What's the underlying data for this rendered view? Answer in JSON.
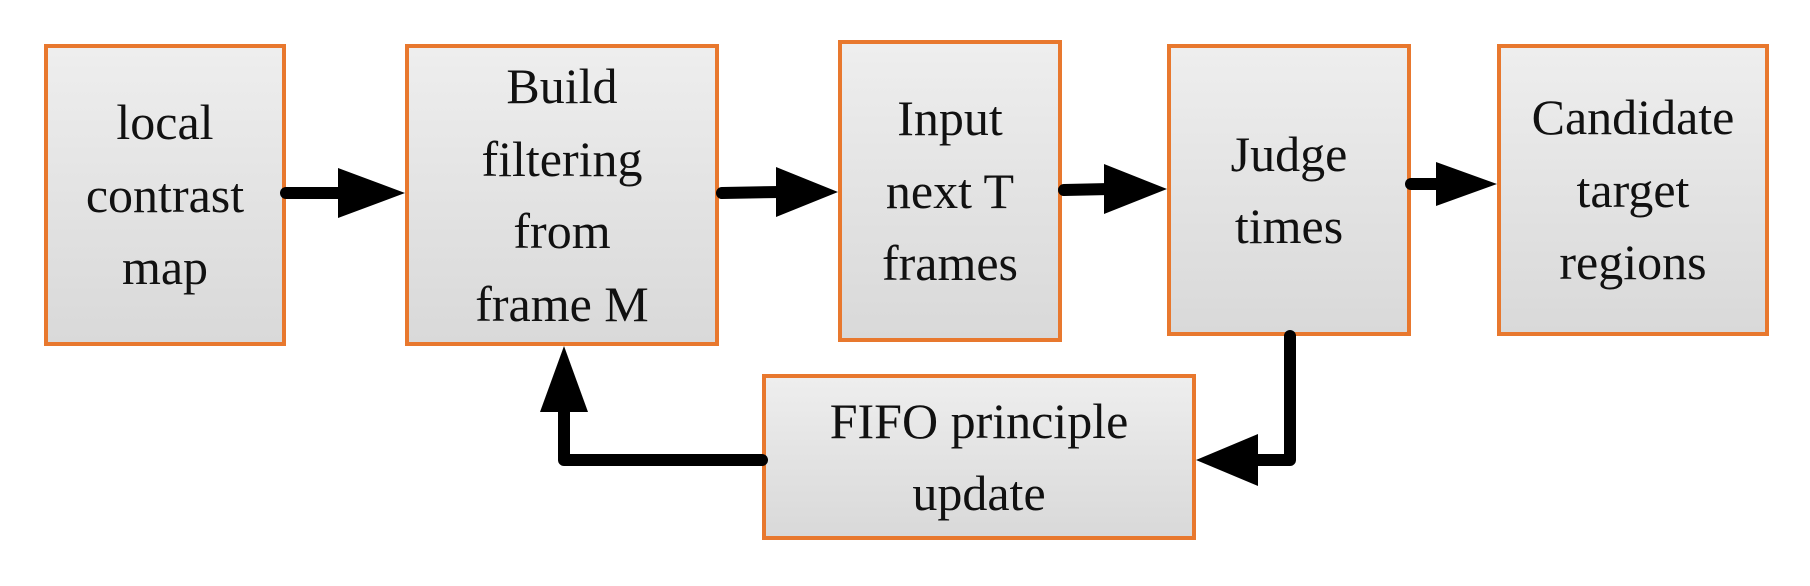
{
  "diagram": {
    "nodes": [
      {
        "id": "local-contrast-map",
        "label": "local\ncontrast\nmap"
      },
      {
        "id": "build-filtering",
        "label": "Build\nfiltering\nfrom\nframe M"
      },
      {
        "id": "input-next-frames",
        "label": "Input\nnext T\nframes"
      },
      {
        "id": "judge-times",
        "label": "Judge\ntimes"
      },
      {
        "id": "candidate-target-regions",
        "label": "Candidate\ntarget\nregions"
      },
      {
        "id": "fifo-update",
        "label": "FIFO principle\nupdate"
      }
    ],
    "edges": [
      {
        "from": "local-contrast-map",
        "to": "build-filtering"
      },
      {
        "from": "build-filtering",
        "to": "input-next-frames"
      },
      {
        "from": "input-next-frames",
        "to": "judge-times"
      },
      {
        "from": "judge-times",
        "to": "candidate-target-regions"
      },
      {
        "from": "judge-times",
        "to": "fifo-update"
      },
      {
        "from": "fifo-update",
        "to": "build-filtering"
      }
    ],
    "colors": {
      "border": "#E8782E",
      "fill": "#E2E2E2",
      "arrow": "#000000"
    }
  }
}
